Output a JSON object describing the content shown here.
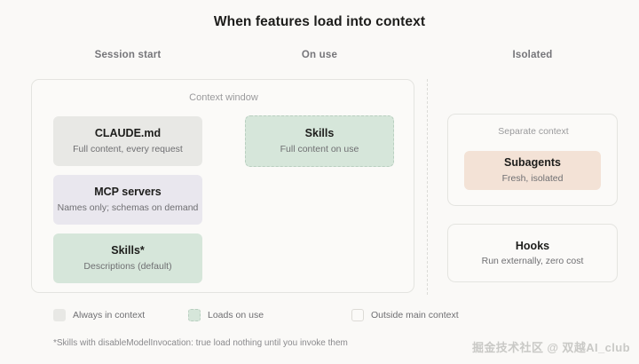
{
  "title": "When features load into context",
  "columns": [
    {
      "label": "Session start"
    },
    {
      "label": "On use"
    },
    {
      "label": "Isolated"
    }
  ],
  "context_window": {
    "label": "Context window",
    "session_start_cards": [
      {
        "title": "CLAUDE.md",
        "subtitle": "Full content, every request",
        "fill": "#e8e8e5",
        "style": "always-in-context"
      },
      {
        "title": "MCP servers",
        "subtitle": "Names only; schemas on demand",
        "fill": "#e9e7ee",
        "style": "always-in-context"
      },
      {
        "title": "Skills*",
        "subtitle": "Descriptions (default)",
        "fill": "#d6e6da",
        "style": "always-in-context"
      }
    ],
    "on_use_cards": [
      {
        "title": "Skills",
        "subtitle": "Full content on use",
        "fill": "#d6e6da",
        "style": "loads-on-use"
      }
    ]
  },
  "isolated": {
    "separate_context": {
      "label": "Separate context",
      "card": {
        "title": "Subagents",
        "subtitle": "Fresh, isolated",
        "fill": "#f3e2d6",
        "style": "outside-main-context"
      }
    },
    "hooks": {
      "title": "Hooks",
      "subtitle": "Run externally, zero cost",
      "fill": "#fbfaf8",
      "style": "outside-main-context"
    }
  },
  "legend": [
    {
      "label": "Always in context",
      "swatch": "#e8e8e5"
    },
    {
      "label": "Loads on use",
      "swatch": "#d6e6da"
    },
    {
      "label": "Outside main context",
      "swatch": "#fbfaf8"
    }
  ],
  "footnote": "*Skills with disableModelInvocation: true load nothing until you invoke them",
  "watermark": "掘金技术社区 @ 双越AI_club",
  "colors": {
    "background": "#faf9f7",
    "panel_border": "#e4e4e0",
    "title_text": "#1d1d1b",
    "muted_text": "#6f6f72",
    "header_text": "#76767a"
  }
}
